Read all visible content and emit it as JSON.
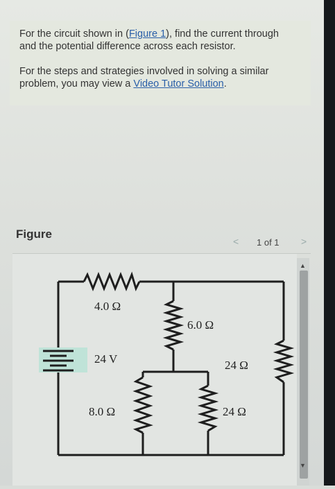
{
  "problem": {
    "line1_pre": "For the circuit shown in (",
    "figure_link": "Figure 1",
    "line1_post": "), find the current through",
    "line2": "and the potential difference across each resistor.",
    "line3": "For the steps and strategies involved in solving a similar",
    "line4_pre": "problem, you may view a ",
    "video_link": "Video Tutor Solution",
    "line4_post": "."
  },
  "figure": {
    "header": "Figure",
    "pager": {
      "prev": "<",
      "count": "1 of 1",
      "next": ">"
    },
    "labels": {
      "r1": "4.0 Ω",
      "battery": "24 V",
      "r2": "8.0 Ω",
      "r3": "6.0 Ω",
      "r4": "24 Ω",
      "r5": "24 Ω"
    }
  },
  "colors": {
    "accent_link": "#2a5fa8",
    "battery_highlight": "#bfe3d8"
  },
  "icons": [
    "chevron-left-icon",
    "chevron-right-icon",
    "scroll-up-icon",
    "scroll-down-icon"
  ]
}
